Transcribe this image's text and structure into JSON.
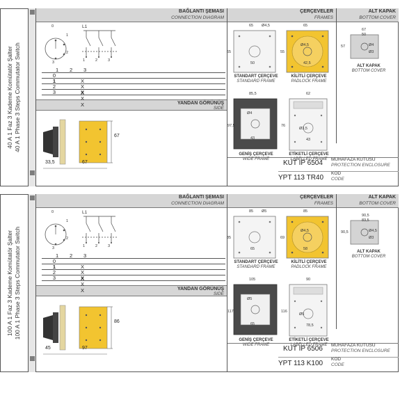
{
  "panels": [
    {
      "side_title_tr": "40 A 1 Faz 3 Kademe Komütatör Şalter",
      "side_title_en": "40 A 1 Phase 3 Steps Commutator Switch",
      "conn_title_tr": "BAĞLANTI ŞEMASI",
      "conn_title_en": "CONNECTION DIAGRAM",
      "frames_title_tr": "ÇERÇEVELER",
      "frames_title_en": "FRAMES",
      "cover_title_tr": "ALT KAPAK",
      "cover_title_en": "BOTTOM COVER",
      "side_view_tr": "YANDAN GÖRÜNÜŞ",
      "side_view_en": "SIDE",
      "dial_labels": [
        "0",
        "1",
        "2",
        "3"
      ],
      "l1": "L1",
      "contact_nums": [
        "1",
        "2",
        "3"
      ],
      "table_rows": [
        "0",
        "1",
        "2",
        "3"
      ],
      "table_cols": [
        "1",
        "2",
        "3"
      ],
      "table_marks": [
        "X",
        "X X",
        "X X X"
      ],
      "side_dims": {
        "a": "33,5",
        "b": "67",
        "c": "67"
      },
      "std_frame": {
        "tr": "STANDART ÇERÇEVE",
        "en": "STANDARD FRAME",
        "w": "65",
        "h": "65",
        "d": "Ø4,5",
        "s": "50"
      },
      "pad_frame": {
        "tr": "KİLİTLİ ÇERÇEVE",
        "en": "PADLOCK FRAME",
        "w": "65",
        "h": "55",
        "d": "Ø4,5",
        "s": "42,5"
      },
      "wide_frame": {
        "tr": "GENİŞ ÇERÇEVE",
        "en": "WIDE FRAME",
        "w": "85,5",
        "h": "97,5",
        "d": "Ø4",
        "s": "43"
      },
      "lab_frame": {
        "tr": "ETİKETLİ ÇERÇEVE",
        "en": "LABELLED FRAME",
        "w": "62",
        "h": "76",
        "d": "Ø3,5",
        "s": "43"
      },
      "cover": {
        "tr": "ALT KAPAK",
        "en": "BOTTOM COVER",
        "a": "67",
        "b": "50",
        "c": "57",
        "d": "Ø4",
        "e": "Ø3"
      },
      "enclosure_code": "KUT IP 6504",
      "enclosure_tr": "MUHAFAZA KUTUSU",
      "enclosure_en": "PROTECTION ENCLOSURE",
      "code": "YPT 113 TR40",
      "code_tr": "KOD",
      "code_en": "CODE"
    },
    {
      "side_title_tr": "100 A 1 Faz 3 Kademe Komütatör Şalter",
      "side_title_en": "100 A 1 Phase 3 Steps Commutator Switch",
      "conn_title_tr": "BAĞLANTI ŞEMASI",
      "conn_title_en": "CONNECTION DIAGRAM",
      "frames_title_tr": "ÇERÇEVELER",
      "frames_title_en": "FRAMES",
      "cover_title_tr": "ALT KAPAK",
      "cover_title_en": "BOTTOM COVER",
      "side_view_tr": "YANDAN GÖRÜNÜŞ",
      "side_view_en": "SIDE",
      "dial_labels": [
        "0",
        "1",
        "2",
        "3"
      ],
      "l1": "L1",
      "contact_nums": [
        "1",
        "2",
        "3"
      ],
      "table_rows": [
        "0",
        "1",
        "2",
        "3"
      ],
      "table_cols": [
        "1",
        "2",
        "3"
      ],
      "table_marks": [
        "X",
        "X X",
        "X X X"
      ],
      "side_dims": {
        "a": "45",
        "b": "97",
        "c": "86"
      },
      "std_frame": {
        "tr": "STANDART ÇERÇEVE",
        "en": "STANDARD FRAME",
        "w": "85",
        "h": "85",
        "d": "Ø5",
        "s": "65"
      },
      "pad_frame": {
        "tr": "KİLİTLİ ÇERÇEVE",
        "en": "PADLOCK FRAME",
        "w": "85",
        "h": "69",
        "d": "Ø4,5",
        "s": "58"
      },
      "wide_frame": {
        "tr": "GENİŞ ÇERÇEVE",
        "en": "WIDE FRAME",
        "w": "105",
        "h": "117",
        "d": "Ø5",
        "s": "65"
      },
      "lab_frame": {
        "tr": "ETİKETLİ ÇERÇEVE",
        "en": "LABELLED FRAME",
        "w": "90",
        "h": "116",
        "d": "Ø5",
        "s": "78,5"
      },
      "cover": {
        "tr": "ALT KAPAK",
        "en": "BOTTOM COVER",
        "a": "90,5",
        "b": "83,5",
        "c": "90,5",
        "d": "Ø4,5",
        "e": "Ø3"
      },
      "enclosure_code": "KUT IP 6506",
      "enclosure_tr": "MUHAFAZA KUTUSU",
      "enclosure_en": "PROTECTION ENCLOSURE",
      "code": "YPT 113 K100",
      "code_tr": "KOD",
      "code_en": "CODE"
    }
  ],
  "colors": {
    "yellow": "#f2c430",
    "frame_dark": "#555555",
    "frame_light": "#e6e6e6",
    "header": "#d6d6d6"
  }
}
